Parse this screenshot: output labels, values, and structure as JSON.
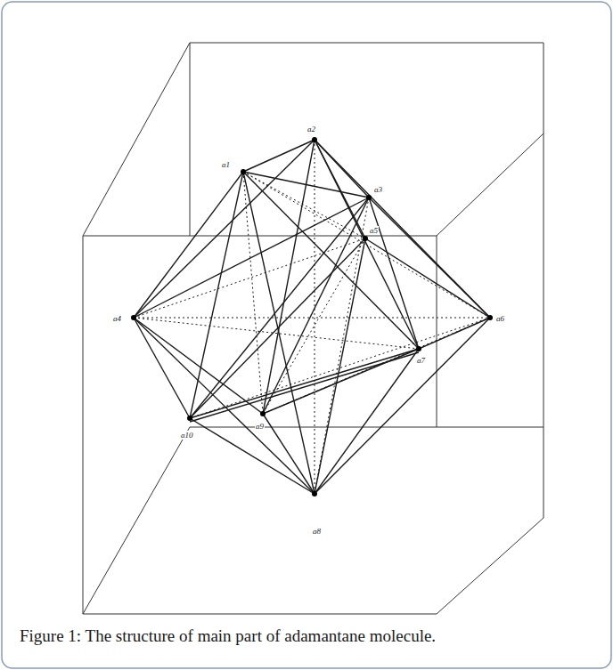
{
  "diagram": {
    "caption": "Figure 1: The structure of main part of adamantane molecule.",
    "labels": [
      "a1",
      "a2",
      "a3",
      "a4",
      "a5",
      "a6",
      "a7",
      "a8",
      "a9",
      "a10"
    ]
  }
}
